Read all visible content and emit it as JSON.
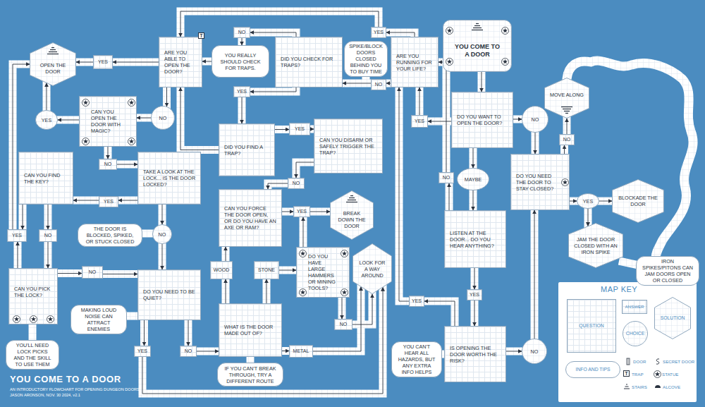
{
  "diagram": {
    "title": "YOU COME TO A DOOR",
    "caption": "AN INTRODUCTORY FLOWCHART FOR OPENING DUNGEON DOORS",
    "nodes": [
      {
        "text": [
          "YOU COME TO A DOOR"
        ]
      },
      {
        "text": [
          "DO YOU WANT TO OPEN THE DOOR?"
        ]
      },
      {
        "text": [
          "YES"
        ]
      },
      {
        "text": [
          "NO"
        ]
      },
      {
        "text": [
          "MAYBE"
        ]
      },
      {
        "text": [
          "MOVE ALONG"
        ]
      },
      {
        "text": [
          "DO YOU NEED THE DOOR TO STAY CLOSED?"
        ]
      },
      {
        "text": [
          "NO"
        ]
      },
      {
        "text": [
          "YES"
        ]
      },
      {
        "text": [
          "BLOCKADE THE DOOR"
        ]
      },
      {
        "text": [
          "JAM THE DOOR CLOSED WITH AN IRON SPIKE"
        ]
      },
      {
        "text": [
          "IRON SPIKES/PITONS CAN JAM DOORS OPEN OR CLOSED"
        ]
      },
      {
        "text": [
          "LISTEN AT THE DOOR... DO YOU HEAR ANYTHING?"
        ]
      },
      {
        "text": [
          "NO"
        ]
      },
      {
        "text": [
          "YES"
        ]
      },
      {
        "text": [
          "IS OPENING THE DOOR WORTH THE RISK?"
        ]
      },
      {
        "text": [
          "YOU CAN'T HEAR ALL HAZARDS, BUT ANY EXTRA INFO HELPS"
        ]
      },
      {
        "text": [
          "YES"
        ]
      },
      {
        "text": [
          "NO"
        ]
      },
      {
        "text": [
          "ARE YOU RUNNING FOR YOUR LIFE?"
        ]
      },
      {
        "text": [
          "SPIKE/BLOCK DOORS CLOSED BEHIND YOU TO BUY TIME"
        ]
      },
      {
        "text": [
          "YES"
        ]
      },
      {
        "text": [
          "NO"
        ]
      },
      {
        "text": [
          "DID YOU CHECK FOR TRAPS?"
        ]
      },
      {
        "text": [
          "NO"
        ]
      },
      {
        "text": [
          "YOU REALLY SHOULD CHECK FOR TRAPS."
        ]
      },
      {
        "text": [
          "YES"
        ]
      },
      {
        "text": [
          "ARE YOU ABLE TO OPEN THE DOOR?"
        ]
      },
      {
        "text": [
          "YES"
        ]
      },
      {
        "text": [
          "OPEN THE DOOR"
        ]
      },
      {
        "text": [
          "NO"
        ]
      },
      {
        "text": [
          "CAN YOU OPEN THE DOOR WITH MAGIC?"
        ]
      },
      {
        "text": [
          "YES"
        ]
      },
      {
        "text": [
          "NO"
        ]
      },
      {
        "text": [
          "TAKE A LOOK AT THE LOCK... IS THE DOOR LOCKED?"
        ]
      },
      {
        "text": [
          "YES"
        ]
      },
      {
        "text": [
          "CAN YOU FIND THE KEY?"
        ]
      },
      {
        "text": [
          "THE DOOR IS BLOCKED, SPIKED, OR STUCK CLOSED"
        ]
      },
      {
        "text": [
          "NO"
        ]
      },
      {
        "text": [
          "YES"
        ]
      },
      {
        "text": [
          "NO"
        ]
      },
      {
        "text": [
          "CAN YOU PICK THE LOCK?"
        ]
      },
      {
        "text": [
          "NO"
        ]
      },
      {
        "text": [
          "YOU'LL NEED LOCK PICKS AND THE SKILL TO USE THEM"
        ]
      },
      {
        "text": [
          "DO YOU NEED TO BE QUIET?"
        ]
      },
      {
        "text": [
          "MAKING LOUD NOISE CAN ATTRACT ENEMIES"
        ]
      },
      {
        "text": [
          "YES"
        ]
      },
      {
        "text": [
          "NO"
        ]
      },
      {
        "text": [
          "DID YOU FIND A TRAP?"
        ]
      },
      {
        "text": [
          "YES"
        ]
      },
      {
        "text": [
          "CAN YOU DISARM OR SAFELY TRIGGER THE TRAP?"
        ]
      },
      {
        "text": [
          "NO"
        ]
      },
      {
        "text": [
          "CAN YOU FORCE THE DOOR OPEN, OR DO YOU HAVE AN AXE OR RAM?"
        ]
      },
      {
        "text": [
          "YES"
        ]
      },
      {
        "text": [
          "BREAK DOWN THE DOOR"
        ]
      },
      {
        "text": [
          "WOOD"
        ]
      },
      {
        "text": [
          "STONE"
        ]
      },
      {
        "text": [
          "DO YOU HAVE LARGE HAMMERS OR MINING TOOLS?"
        ]
      },
      {
        "text": [
          "LOOK FOR A WAY AROUND"
        ]
      },
      {
        "text": [
          "NO"
        ]
      },
      {
        "text": [
          "WHAT IS THE DOOR MADE OUT OF?"
        ]
      },
      {
        "text": [
          "METAL"
        ]
      },
      {
        "text": [
          "IF YOU CAN'T BREAK THROUGH, TRY A DIFFERENT ROUTE"
        ]
      }
    ],
    "edges": [
      {
        "from": 0,
        "to": 1,
        "arrow": "to"
      },
      {
        "from": 1,
        "to": 2,
        "arrow": "to"
      },
      {
        "from": 2,
        "to": 19,
        "arrow": "to"
      },
      {
        "from": 1,
        "to": 3,
        "arrow": "to"
      },
      {
        "from": 3,
        "to": 6,
        "arrow": "to"
      },
      {
        "from": 1,
        "to": 4,
        "arrow": "to"
      },
      {
        "from": 4,
        "to": 12,
        "arrow": "to"
      },
      {
        "from": 6,
        "to": 7,
        "arrow": "to"
      },
      {
        "from": 7,
        "to": 5,
        "arrow": "to"
      },
      {
        "from": 6,
        "to": 8,
        "arrow": "to"
      },
      {
        "from": 8,
        "to": 9,
        "arrow": "to"
      },
      {
        "from": 8,
        "to": 10,
        "arrow": "to"
      },
      {
        "from": 12,
        "to": 13,
        "arrow": "to"
      },
      {
        "from": 13,
        "to": 19,
        "arrow": "to"
      },
      {
        "from": 12,
        "to": 14,
        "arrow": "to"
      },
      {
        "from": 14,
        "to": 15,
        "arrow": "to"
      },
      {
        "from": 15,
        "to": 17,
        "arrow": "to"
      },
      {
        "from": 17,
        "to": 19,
        "arrow": "to"
      },
      {
        "from": 15,
        "to": 18,
        "arrow": "to"
      },
      {
        "from": 18,
        "to": 6,
        "arrow": "to"
      },
      {
        "from": 19,
        "to": 21,
        "arrow": "to"
      },
      {
        "from": 21,
        "to": 27,
        "arrow": "to"
      },
      {
        "from": 19,
        "to": 22,
        "arrow": "to"
      },
      {
        "from": 22,
        "to": 23,
        "arrow": "to"
      },
      {
        "from": 23,
        "to": 24,
        "arrow": "to"
      },
      {
        "from": 24,
        "to": 25,
        "arrow": "to"
      },
      {
        "from": 25,
        "to": 27,
        "arrow": "to"
      },
      {
        "from": 23,
        "to": 26,
        "arrow": "to"
      },
      {
        "from": 26,
        "to": 48,
        "arrow": "to"
      },
      {
        "from": 48,
        "to": 49,
        "arrow": "to"
      },
      {
        "from": 49,
        "to": 50,
        "arrow": "to"
      },
      {
        "from": 48,
        "to": 27,
        "arrow": "to"
      },
      {
        "from": 27,
        "to": 28,
        "arrow": "to"
      },
      {
        "from": 28,
        "to": 29,
        "arrow": "to"
      },
      {
        "from": 27,
        "to": 30,
        "arrow": "to"
      },
      {
        "from": 30,
        "to": 31,
        "arrow": "to"
      },
      {
        "from": 31,
        "to": 32,
        "arrow": "to"
      },
      {
        "from": 32,
        "to": 29,
        "arrow": "to"
      },
      {
        "from": 31,
        "to": 33,
        "arrow": "to"
      },
      {
        "from": 33,
        "to": 34,
        "arrow": "to"
      },
      {
        "from": 34,
        "to": 35,
        "arrow": "to"
      },
      {
        "from": 35,
        "to": 36,
        "arrow": "to"
      },
      {
        "from": 34,
        "to": 38,
        "arrow": "to"
      },
      {
        "from": 38,
        "to": 44,
        "arrow": "to"
      },
      {
        "from": 36,
        "to": 39,
        "arrow": "to"
      },
      {
        "from": 39,
        "to": 29,
        "arrow": "to"
      },
      {
        "from": 36,
        "to": 40,
        "arrow": "to"
      },
      {
        "from": 40,
        "to": 41,
        "arrow": "to"
      },
      {
        "from": 41,
        "to": 39,
        "arrow": "to"
      },
      {
        "from": 41,
        "to": 42,
        "arrow": "to"
      },
      {
        "from": 42,
        "to": 44,
        "arrow": "to"
      },
      {
        "from": 44,
        "to": 46,
        "arrow": "to"
      },
      {
        "from": 44,
        "to": 47,
        "arrow": "to"
      },
      {
        "from": 47,
        "to": 60,
        "arrow": "to"
      },
      {
        "from": 46,
        "to": 58,
        "arrow": "to"
      },
      {
        "from": 60,
        "to": 55,
        "arrow": "to"
      },
      {
        "from": 55,
        "to": 52,
        "arrow": "to"
      },
      {
        "from": 60,
        "to": 56,
        "arrow": "to"
      },
      {
        "from": 56,
        "to": 57,
        "arrow": "to"
      },
      {
        "from": 60,
        "to": 61,
        "arrow": "to"
      },
      {
        "from": 61,
        "to": 58,
        "arrow": "to"
      },
      {
        "from": 57,
        "to": 59,
        "arrow": "to"
      },
      {
        "from": 59,
        "to": 58,
        "arrow": "to"
      },
      {
        "from": 50,
        "to": 51,
        "arrow": "to"
      },
      {
        "from": 51,
        "to": 52,
        "arrow": "to"
      },
      {
        "from": 52,
        "to": 53,
        "arrow": "to"
      },
      {
        "from": 53,
        "to": 54,
        "arrow": "to"
      },
      {
        "from": 57,
        "to": 53,
        "arrow": "to"
      }
    ],
    "labels": [
      "T",
      "JASON ARONSON, NOV. 30 2024, v2.1",
      "MAP KEY",
      "T"
    ],
    "legend": [
      {
        "text": "QUESTION"
      },
      {
        "text": "ANSWER"
      },
      {
        "text": "SOLUTION"
      },
      {
        "text": "CHOICE"
      },
      {
        "text": "INFO AND TIPS"
      },
      {
        "text": "DOOR"
      },
      {
        "text": "SECRET DOOR"
      },
      {
        "text": "TRAP"
      },
      {
        "text": "STATUE"
      },
      {
        "text": "STAIRS"
      },
      {
        "text": "ALCOVE"
      }
    ]
  }
}
